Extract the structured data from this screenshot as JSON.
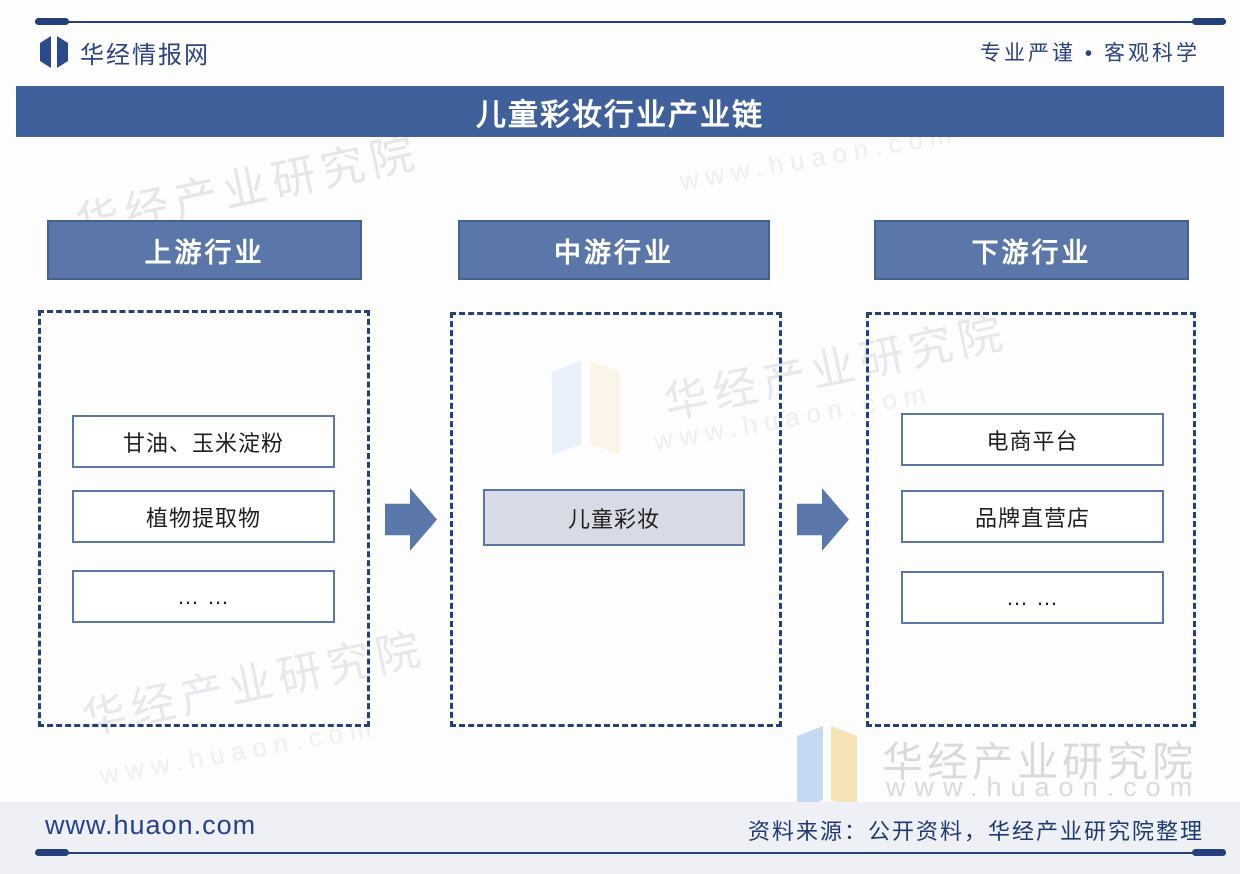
{
  "header": {
    "brand": "华经情报网",
    "slogan": "专业严谨 • 客观科学"
  },
  "title": "儿童彩妆行业产业链",
  "chain": {
    "columns": [
      {
        "header": "上游行业",
        "items": [
          "甘油、玉米淀粉",
          "植物提取物",
          "… …"
        ]
      },
      {
        "header": "中游行业",
        "items": [
          "儿童彩妆"
        ]
      },
      {
        "header": "下游行业",
        "items": [
          "电商平台",
          "品牌直营店",
          "… …"
        ]
      }
    ]
  },
  "footer": {
    "website": "www.huaon.com",
    "source": "资料来源：公开资料，华经产业研究院整理"
  },
  "watermark": {
    "org": "华经产业研究院",
    "url": "www.huaon.com"
  },
  "colors": {
    "navy_accent": "#24407c",
    "title_bar_bg": "#40609c",
    "column_header_bg": "#5b77a9",
    "item_border": "#5b77a9",
    "mid_item_bg": "#d8dbe5",
    "arrow_fill": "#5b77a9",
    "footer_strip_bg": "#eef0f6",
    "watermark_gray": "#d2d4d9"
  }
}
